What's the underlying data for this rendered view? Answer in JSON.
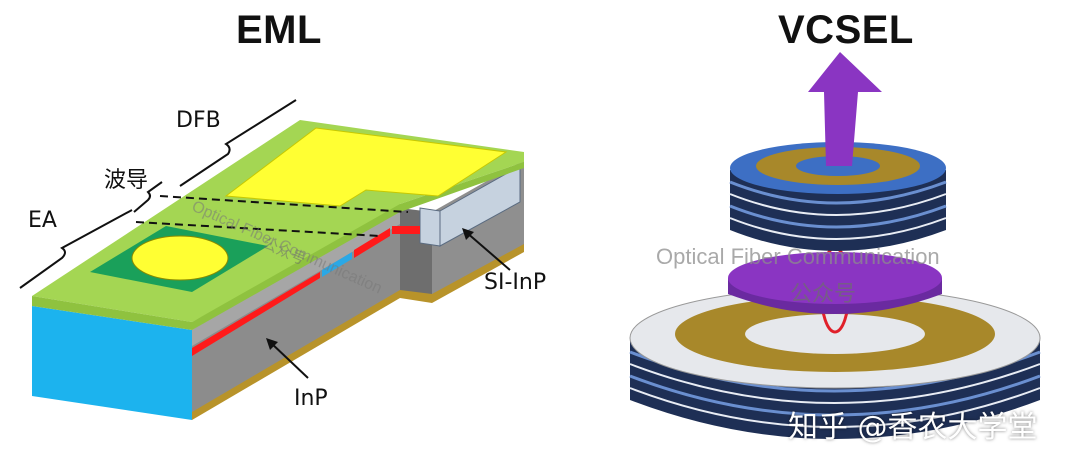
{
  "titles": {
    "left": "EML",
    "right": "VCSEL"
  },
  "eml_labels": {
    "dfb": "DFB",
    "waveguide": "波导",
    "ea": "EA",
    "si_inp": "SI-InP",
    "inp": "InP"
  },
  "watermarks": {
    "text": "Optical Fiber Communication",
    "cn": "公众号"
  },
  "credit": "知乎 @香农大学堂",
  "colors": {
    "top_green": "#a4d653",
    "pad_yellow": "#ffff33",
    "ea_green": "#1aa05a",
    "substrate_blue": "#1cb3ee",
    "body_gray": "#8e8e8e",
    "gold": "#b8932a",
    "active_red": "#ff1a1a",
    "si_inp": "#c6d2df",
    "mirror_blue": "#3d6fc4",
    "mirror_dark": "#1e2f55",
    "ring_gold": "#a8882a",
    "beam_purple": "#8a35c2",
    "oxide_red": "#e0202a"
  }
}
